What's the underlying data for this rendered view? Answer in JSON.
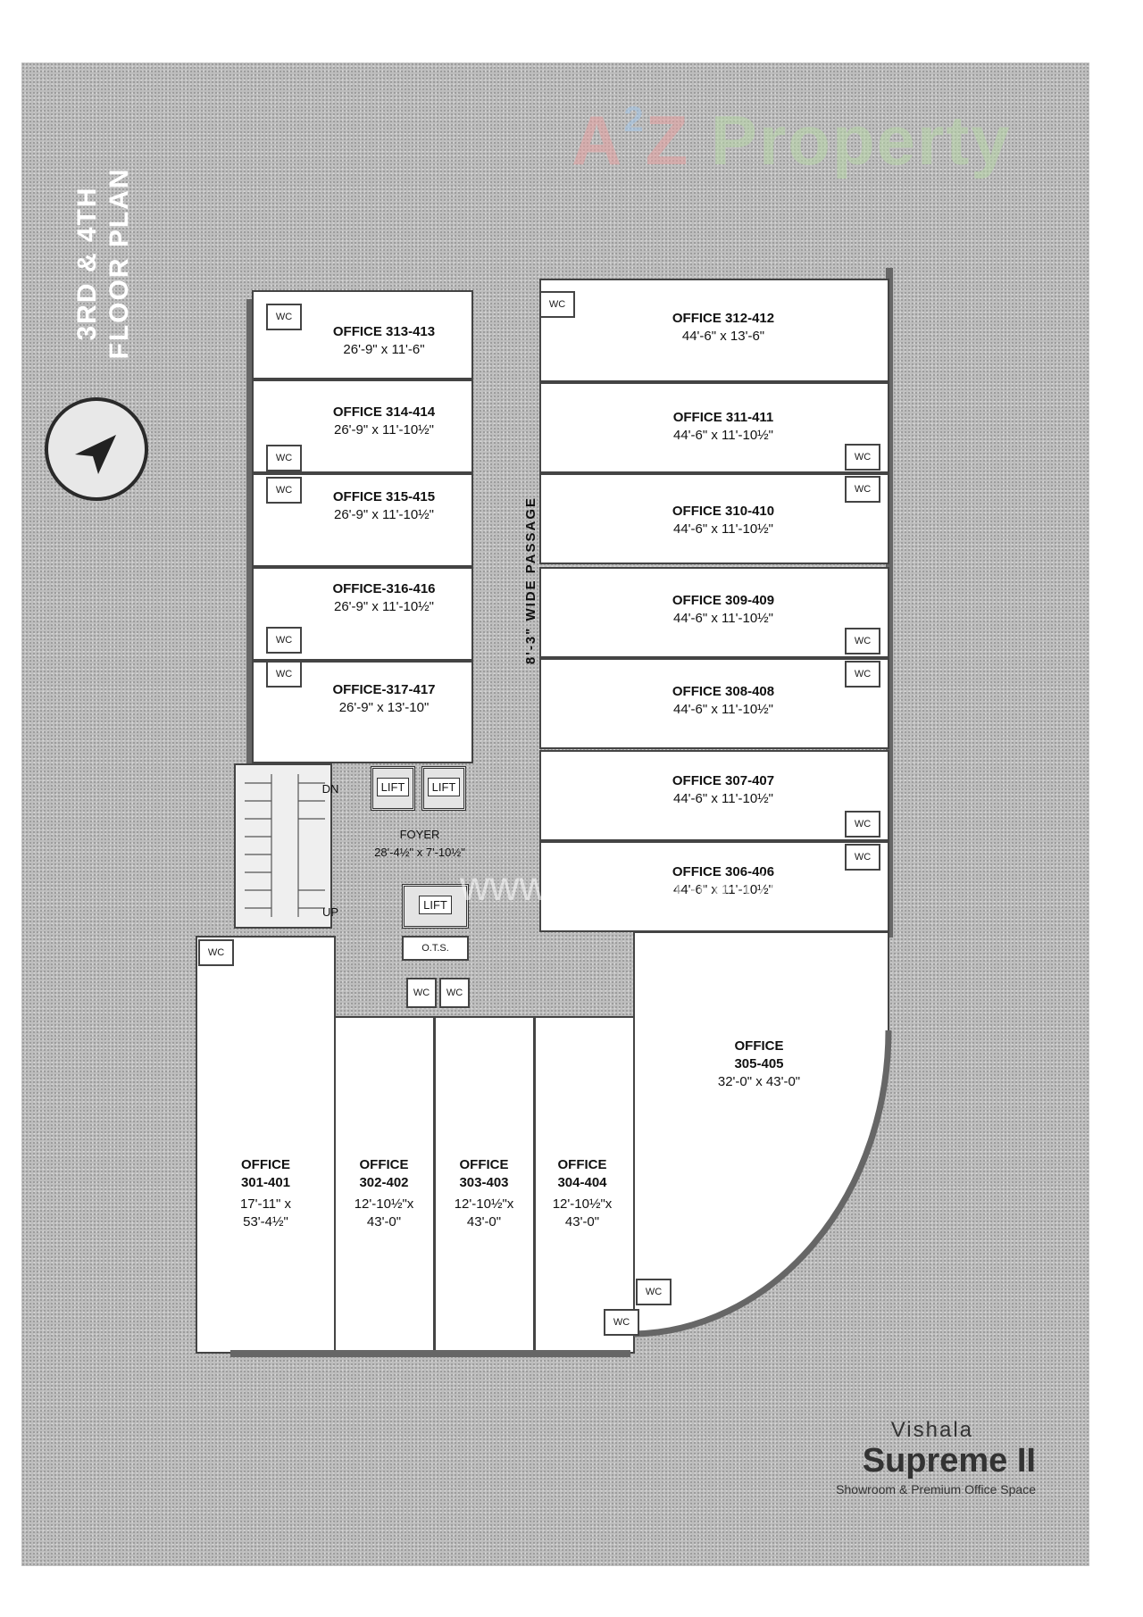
{
  "watermark": {
    "brand_a": "A",
    "brand_2": "2",
    "brand_z": "Z",
    "brand_rest": " Property",
    "url": "www.A2ZProperty.i"
  },
  "title": {
    "line1": "3RD & 4TH",
    "line2": "FLOOR PLAN"
  },
  "passage": "8'-3\" WIDE PASSAGE",
  "foyer": {
    "name": "FOYER",
    "size": "28'-4½\" x 7'-10½\""
  },
  "stairs": {
    "dn": "DN",
    "up": "UP"
  },
  "lift_label": "LIFT",
  "ots_label": "O.T.S.",
  "wc_label": "WC",
  "offices_left": [
    {
      "name": "OFFICE 313-413",
      "size": "26'-9\" x 11'-6\""
    },
    {
      "name": "OFFICE 314-414",
      "size": "26'-9\" x 11'-10½\""
    },
    {
      "name": "OFFICE 315-415",
      "size": "26'-9\" x 11'-10½\""
    },
    {
      "name": "OFFICE-316-416",
      "size": "26'-9\" x 11'-10½\""
    },
    {
      "name": "OFFICE-317-417",
      "size": "26'-9\" x 13'-10\""
    }
  ],
  "offices_right": [
    {
      "name": "OFFICE 312-412",
      "size": "44'-6\" x 13'-6\""
    },
    {
      "name": "OFFICE 311-411",
      "size": "44'-6\" x 11'-10½\""
    },
    {
      "name": "OFFICE 310-410",
      "size": "44'-6\" x 11'-10½\""
    },
    {
      "name": "OFFICE 309-409",
      "size": "44'-6\" x 11'-10½\""
    },
    {
      "name": "OFFICE 308-408",
      "size": "44'-6\" x 11'-10½\""
    },
    {
      "name": "OFFICE 307-407",
      "size": "44'-6\" x 11'-10½\""
    },
    {
      "name": "OFFICE 306-406",
      "size": "44'-6\" x 11'-10½\""
    }
  ],
  "offices_bottom": [
    {
      "l1": "OFFICE",
      "l2": "301-401",
      "l3": "17'-11\" x",
      "l4": "53'-4½\""
    },
    {
      "l1": "OFFICE",
      "l2": "302-402",
      "l3": "12'-10½\"x",
      "l4": "43'-0\""
    },
    {
      "l1": "OFFICE",
      "l2": "303-403",
      "l3": "12'-10½\"x",
      "l4": "43'-0\""
    },
    {
      "l1": "OFFICE",
      "l2": "304-404",
      "l3": "12'-10½\"x",
      "l4": "43'-0\""
    }
  ],
  "office_corner": {
    "l1": "OFFICE",
    "l2": "305-405",
    "l3": "32'-0\" x 43'-0\""
  },
  "brand": {
    "vishala": "Vishala",
    "supreme": "Supreme II",
    "tagline": "Showroom & Premium Office Space"
  },
  "colors": {
    "paper": "#bdbdbd",
    "room": "#ffffff",
    "wall": "#444444"
  }
}
